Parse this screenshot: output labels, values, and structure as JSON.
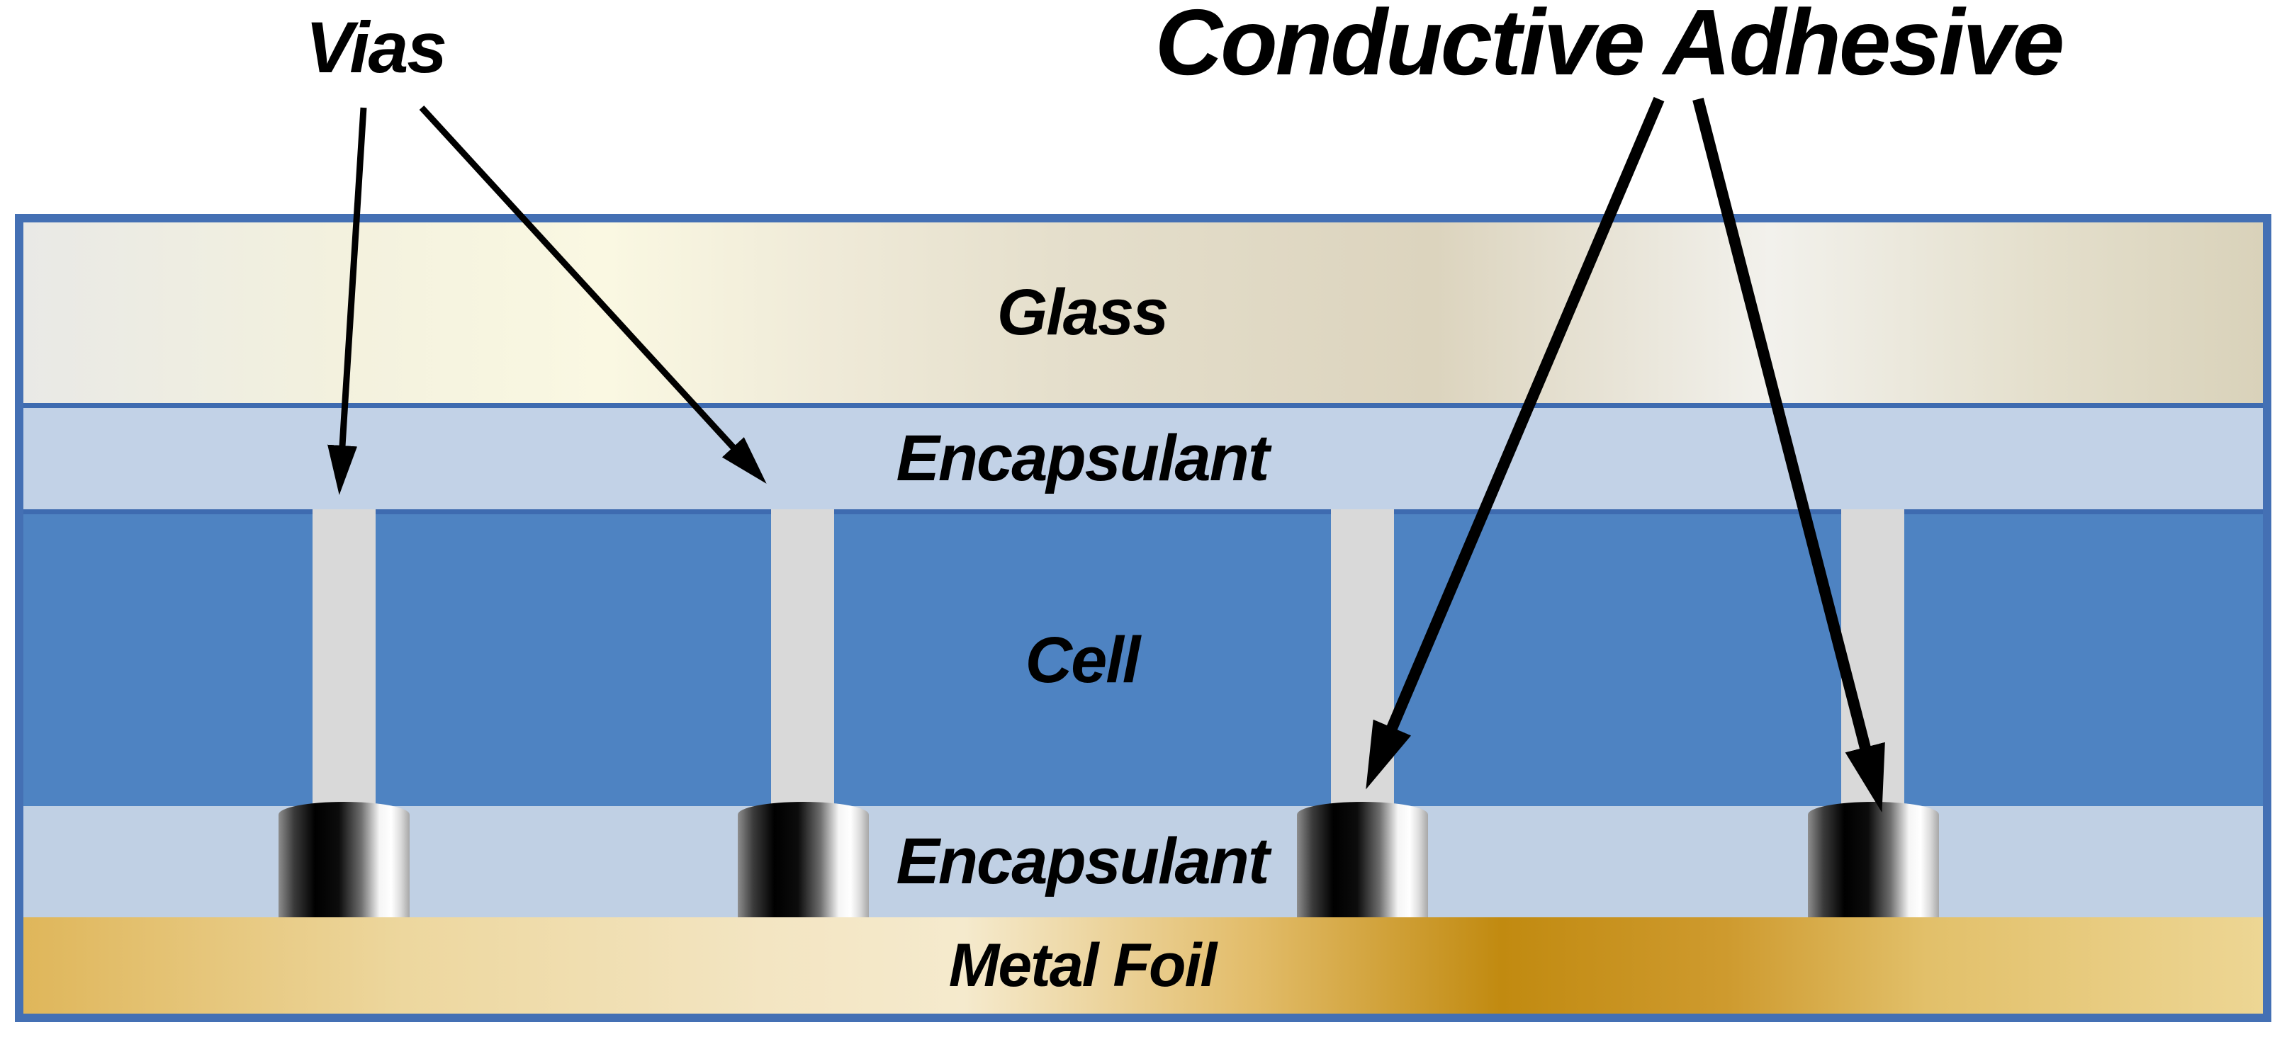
{
  "annotations": {
    "vias_label": "Vias",
    "conductive_adhesive_label": "Conductive Adhesive"
  },
  "layers": [
    {
      "id": "glass",
      "label": "Glass"
    },
    {
      "id": "encapsulant-top",
      "label": "Encapsulant"
    },
    {
      "id": "cell",
      "label": "Cell"
    },
    {
      "id": "encapsulant-bottom",
      "label": "Encapsulant"
    },
    {
      "id": "metal-foil",
      "label": "Metal Foil"
    }
  ],
  "diagram": {
    "via_count": 4,
    "conductive_adhesive_count": 4,
    "vias_arrow_count": 2,
    "conductive_adhesive_arrow_count": 2
  },
  "colors": {
    "border": "#4470B4",
    "divider": "#3E6BB0",
    "cell": "#4E83C2",
    "encapsulant": "#C2D2E7",
    "encapsulant-lower": "#C0D0E4",
    "via": "#D9D9D9",
    "glass-highlight": "#FAF8E2",
    "glass-tan": "#DCD4BE",
    "foil-dark-gold": "#C18A10",
    "foil-light-gold": "#F5EACD",
    "arrow": "#000000",
    "label-text": "#000000",
    "background": "#FFFFFF"
  }
}
